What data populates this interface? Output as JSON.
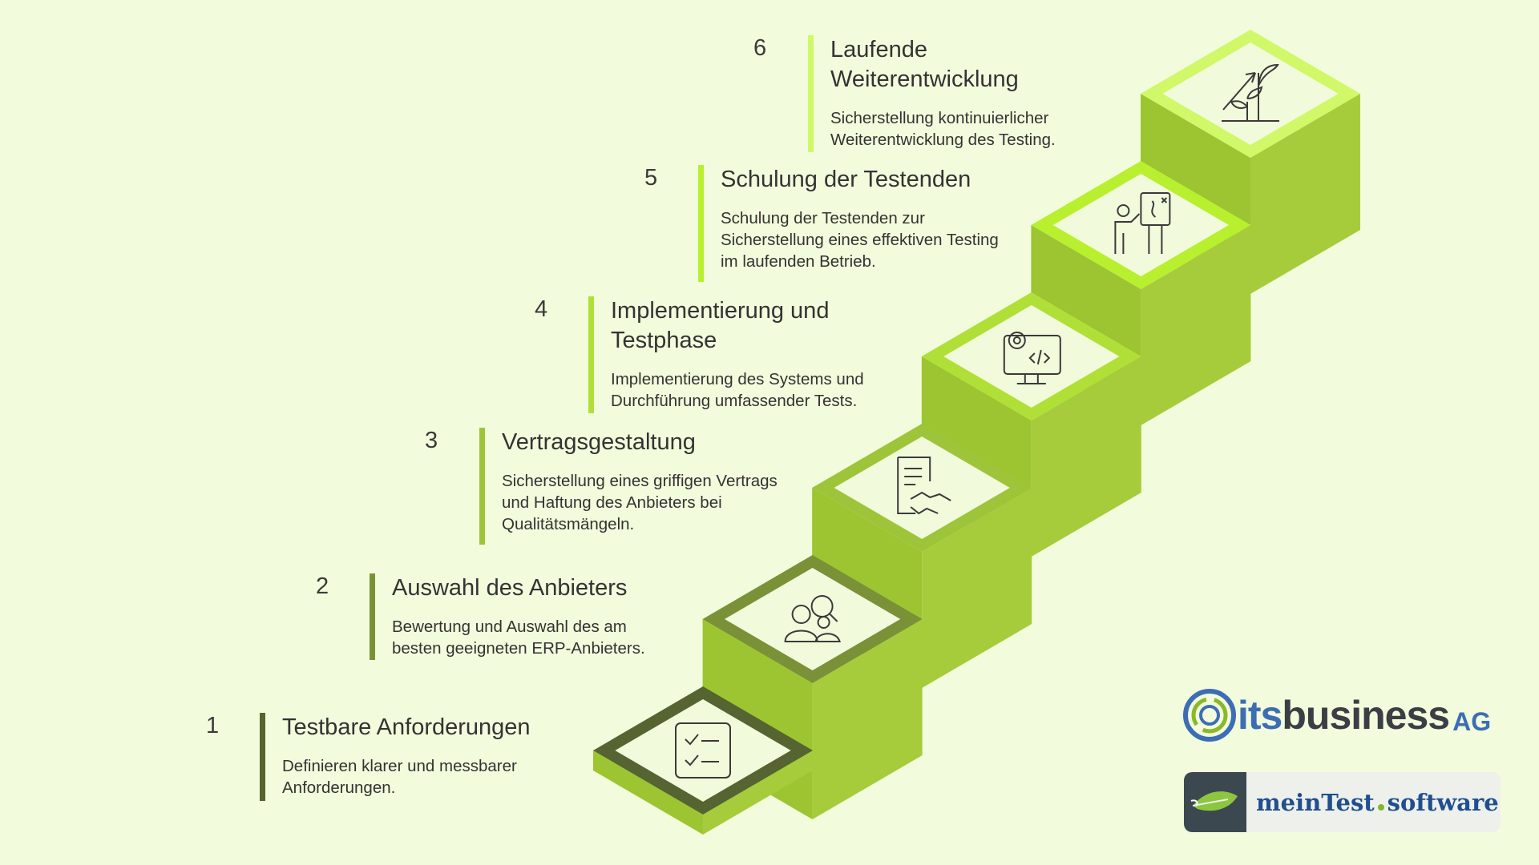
{
  "steps": [
    {
      "number": "1",
      "title": "Testbare Anforderungen",
      "description": "Definieren klarer und messbarer Anforderungen.",
      "icon": "checklist-icon",
      "border": "#556430",
      "bar": "#556430"
    },
    {
      "number": "2",
      "title": "Auswahl des Anbieters",
      "description": "Bewertung und Auswahl des am besten geeigneten ERP-Anbieters.",
      "icon": "people-search-icon",
      "border": "#7a9138",
      "bar": "#7a9138"
    },
    {
      "number": "3",
      "title": "Vertragsgestaltung",
      "description": "Sicherstellung eines griffigen Vertrags und Haftung des Anbieters bei Qualitätsmängeln.",
      "icon": "contract-handshake-icon",
      "border": "#9ec43a",
      "bar": "#9ec43a"
    },
    {
      "number": "4",
      "title": "Implementierung und Testphase",
      "description": "Implementierung des Systems und Durchführung umfassender Tests.",
      "icon": "monitor-code-gear-icon",
      "border": "#b0e038",
      "bar": "#b0e038"
    },
    {
      "number": "5",
      "title": "Schulung der Testenden",
      "description": "Schulung der Testenden zur Sicherstellung eines effektiven Testing im laufenden Betrieb.",
      "icon": "presentation-teacher-icon",
      "border": "#b8f030",
      "bar": "#b8f030"
    },
    {
      "number": "6",
      "title": "Laufende Weiterentwicklung",
      "description": "Sicherstellung kontinuierlicher Weiterentwicklung des Testing.",
      "icon": "growth-plant-icon",
      "border": "#d0f868",
      "bar": "#d0f868"
    }
  ],
  "logos": {
    "itsbusiness": {
      "its": "its",
      "business": "business",
      "ag": "AG"
    },
    "meintest": {
      "mein": "meinTest",
      "software": "software"
    }
  },
  "colors": {
    "background": "#f2fcdc",
    "face_left": "#9cc531",
    "face_right": "#a6cc3c",
    "inner": "#f2fadc"
  }
}
